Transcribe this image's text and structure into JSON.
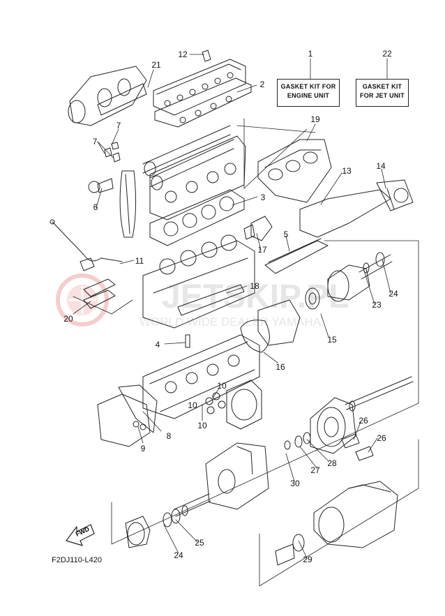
{
  "gasket_kits": {
    "engine": {
      "line1": "GASKET KIT FOR",
      "line2": "ENGINE UNIT"
    },
    "jet": {
      "line1": "GASKET KIT",
      "line2": "FOR JET UNIT"
    }
  },
  "fwd_label": "FWD",
  "diagram_code": "F2DJ110-L420",
  "watermark": {
    "brand": "JETSKIP.PL",
    "tagline": "WORLD WIDE DEALER YAMAHA"
  },
  "callouts": [
    {
      "id": "c1",
      "text": "1"
    },
    {
      "id": "c22",
      "text": "22"
    },
    {
      "id": "c12",
      "text": "12"
    },
    {
      "id": "c2",
      "text": "2"
    },
    {
      "id": "c21",
      "text": "21"
    },
    {
      "id": "c7a",
      "text": "7"
    },
    {
      "id": "c7b",
      "text": "7"
    },
    {
      "id": "c19",
      "text": "19"
    },
    {
      "id": "c6",
      "text": "6"
    },
    {
      "id": "c13",
      "text": "13"
    },
    {
      "id": "c14",
      "text": "14"
    },
    {
      "id": "c3",
      "text": "3"
    },
    {
      "id": "c17",
      "text": "17"
    },
    {
      "id": "c5",
      "text": "5"
    },
    {
      "id": "c11",
      "text": "11"
    },
    {
      "id": "c18",
      "text": "18"
    },
    {
      "id": "c24a",
      "text": "24"
    },
    {
      "id": "c23",
      "text": "23"
    },
    {
      "id": "c20",
      "text": "20"
    },
    {
      "id": "c15",
      "text": "15"
    },
    {
      "id": "c4",
      "text": "4"
    },
    {
      "id": "c16",
      "text": "16"
    },
    {
      "id": "c10a",
      "text": "10"
    },
    {
      "id": "c10b",
      "text": "10"
    },
    {
      "id": "c10c",
      "text": "10"
    },
    {
      "id": "c8",
      "text": "8"
    },
    {
      "id": "c9",
      "text": "9"
    },
    {
      "id": "c26a",
      "text": "26"
    },
    {
      "id": "c26b",
      "text": "26"
    },
    {
      "id": "c28",
      "text": "28"
    },
    {
      "id": "c27",
      "text": "27"
    },
    {
      "id": "c30",
      "text": "30"
    },
    {
      "id": "c25",
      "text": "25"
    },
    {
      "id": "c24b",
      "text": "24"
    },
    {
      "id": "c29",
      "text": "29"
    }
  ]
}
